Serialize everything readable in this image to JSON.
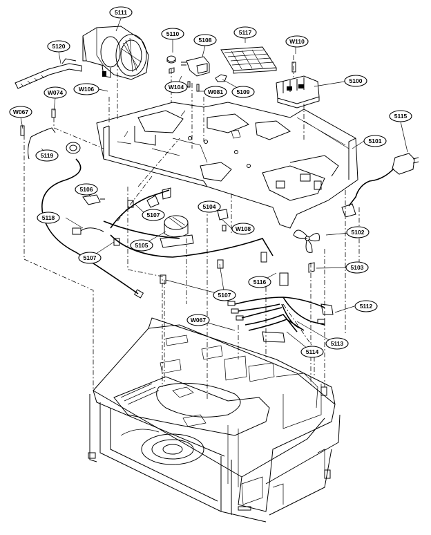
{
  "labels": [
    {
      "id": "5111"
    },
    {
      "id": "5110"
    },
    {
      "id": "5108"
    },
    {
      "id": "5117"
    },
    {
      "id": "W110"
    },
    {
      "id": "5120"
    },
    {
      "id": "W074"
    },
    {
      "id": "W106"
    },
    {
      "id": "W104"
    },
    {
      "id": "W081"
    },
    {
      "id": "5109"
    },
    {
      "id": "5100"
    },
    {
      "id": "W067"
    },
    {
      "id": "5115"
    },
    {
      "id": "5101"
    },
    {
      "id": "5119"
    },
    {
      "id": "5106"
    },
    {
      "id": "5107"
    },
    {
      "id": "5104"
    },
    {
      "id": "W108"
    },
    {
      "id": "5116"
    },
    {
      "id": "5105"
    },
    {
      "id": "5102"
    },
    {
      "id": "5107"
    },
    {
      "id": "5103"
    },
    {
      "id": "5118"
    },
    {
      "id": "5107"
    },
    {
      "id": "5112"
    },
    {
      "id": "W067"
    },
    {
      "id": "5113"
    },
    {
      "id": "5114"
    }
  ]
}
